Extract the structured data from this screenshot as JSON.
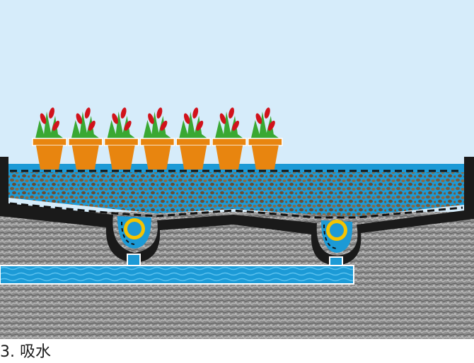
{
  "caption": "3. 吸水",
  "diagram": {
    "plant_count": 7,
    "drain_count": 2,
    "colors": {
      "sky": "#d6ecfa",
      "water": "#1c9ad6",
      "water_light": "#5cc3f0",
      "soil": "#7a5a3a",
      "pot": "#e8850f",
      "leaf": "#3aa832",
      "flower": "#d1121b",
      "membrane": "#1a1a1a",
      "pipe_ring": "#f5c400",
      "ground": "#8e8e8e"
    }
  }
}
